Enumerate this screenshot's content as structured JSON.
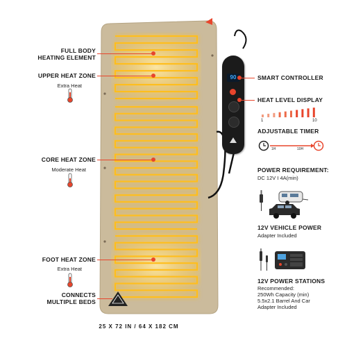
{
  "labels": {
    "full_body": "FULL BODY\nHEATING ELEMENT",
    "upper_zone": "UPPER HEAT ZONE",
    "upper_zone_sub": "Extra Heat",
    "core_zone": "CORE HEAT ZONE",
    "core_zone_sub": "Moderate Heat",
    "foot_zone": "FOOT HEAT ZONE",
    "foot_zone_sub": "Extra Heat",
    "connects": "CONNECTS\nMULTIPLE BEDS",
    "smart_controller": "SMART CONTROLLER",
    "heat_level_display": "HEAT LEVEL DISPLAY",
    "level_min": "1",
    "level_max": "10",
    "adjustable_timer": "ADJUSTABLE TIMER",
    "timer_min": "1H",
    "timer_max": "10H",
    "power_req": "POWER REQUIREMENT:",
    "power_req_sub": "DC 12V I 4A(min)",
    "vehicle_power": "12V VEHICLE POWER",
    "vehicle_power_sub": "Adapter Included",
    "power_stations": "12V POWER STATIONS",
    "power_stations_sub": "Recommended:\n250Wh Capacity (min)\n5.5x2.1 Barrel And Car\nAdapter Included",
    "dimensions": "25 X 72 IN / 64 X 182 CM"
  },
  "controller": {
    "display_value": "90"
  },
  "colors": {
    "pad": "#c8b89a",
    "heat": "#ffb300",
    "accent_red": "#e8452c",
    "controller": "#1b1b1b",
    "display_blue": "#3fa9ff"
  }
}
